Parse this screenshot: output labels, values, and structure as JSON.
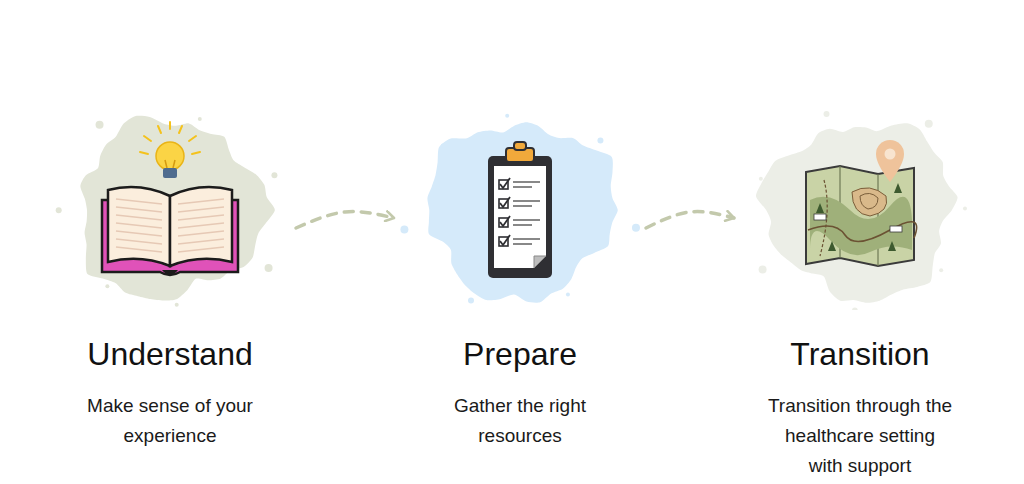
{
  "diagram": {
    "nodes": [
      {
        "text": [
          "Understand",
          "Make sense of your experience"
        ]
      },
      {
        "text": [
          "Prepare",
          "Gather the right resources"
        ]
      },
      {
        "text": [
          "Transition",
          "Transition through the healthcare setting with support"
        ]
      }
    ],
    "edges": [
      {
        "from": 0,
        "to": 1,
        "arrow": "to"
      },
      {
        "from": 1,
        "to": 2,
        "arrow": "to"
      }
    ]
  }
}
